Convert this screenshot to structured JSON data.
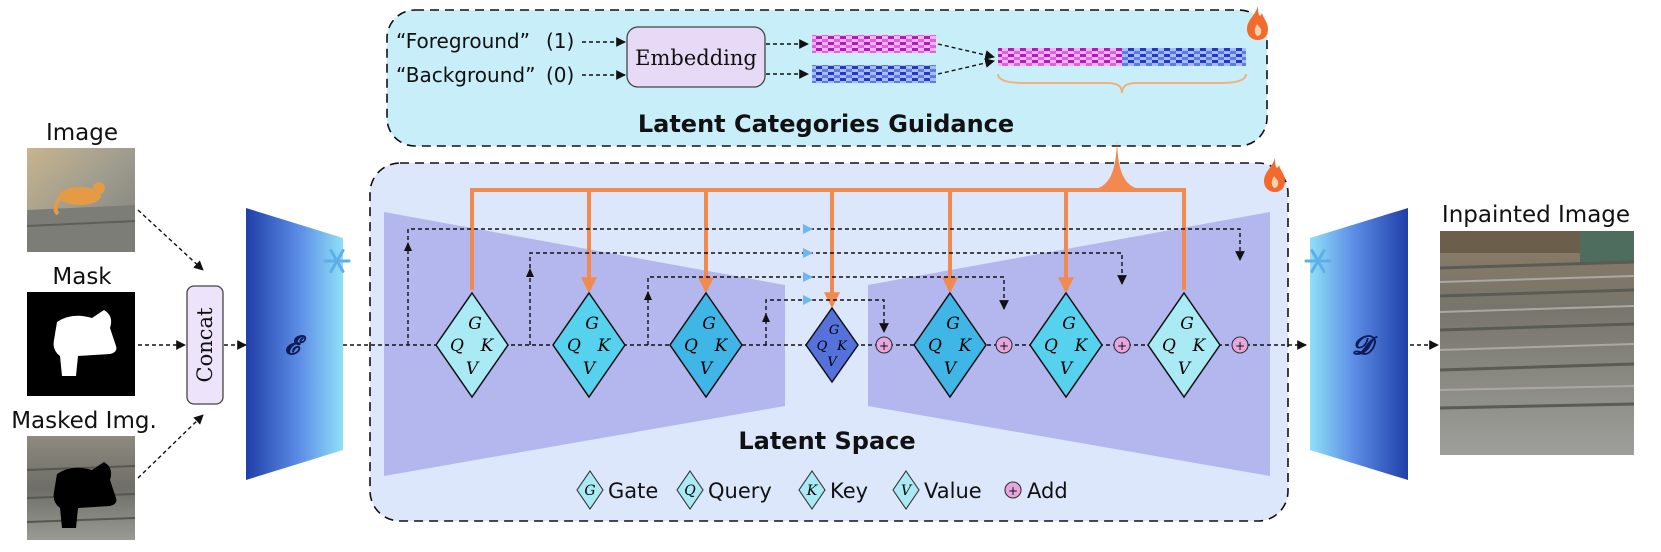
{
  "inputs": {
    "image_label": "Image",
    "mask_label": "Mask",
    "masked_label": "Masked Img."
  },
  "concat_label": "Concat",
  "encoder_symbol": "𝓔",
  "decoder_symbol": "𝓓",
  "output_label": "Inpainted Image",
  "guidance": {
    "title": "Latent Categories Guidance",
    "foreground_text": "“Foreground”",
    "foreground_value": "(1)",
    "background_text": "“Background”",
    "background_value": "(0)",
    "embedding_label": "Embedding"
  },
  "latent_title": "Latent Space",
  "qkv_letters": {
    "g": "G",
    "q": "Q",
    "k": "K",
    "v": "V"
  },
  "legend": {
    "gate": "Gate",
    "query": "Query",
    "key": "Key",
    "value": "Value",
    "add": "Add"
  },
  "colors": {
    "flame": "#F36B2C",
    "orange_arrow": "#F28A50",
    "guidance_bg": "#C8EEF9",
    "latent_bg": "#DCE7FB",
    "trapezoid": "#B3B7EE",
    "embedding_box": "#E7DAF6",
    "concat_box": "#EDE3FA",
    "add_circle": "#E8A6DE",
    "diamond_light": "#A9EAF5",
    "diamond_mid": "#56D1EE",
    "diamond_dark": "#5572DC"
  }
}
